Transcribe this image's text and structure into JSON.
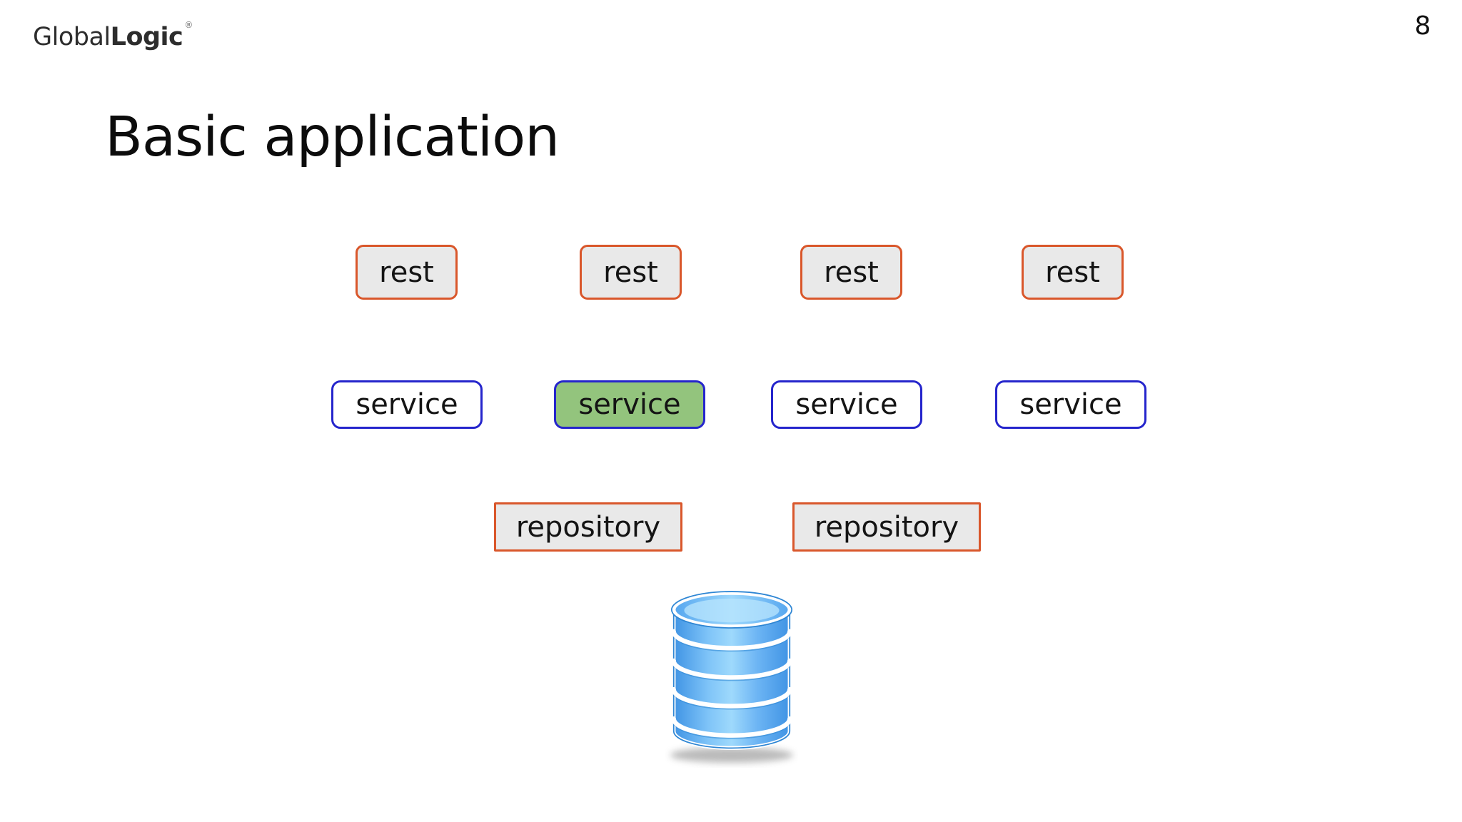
{
  "slide": {
    "title": "Basic application",
    "page_number": "8"
  },
  "logo": {
    "text_regular": "Global",
    "text_bold": "Logic",
    "registered_mark": "®"
  },
  "diagram": {
    "rest_row": {
      "labels": [
        "rest",
        "rest",
        "rest",
        "rest"
      ]
    },
    "service_row": {
      "labels": [
        "service",
        "service",
        "service",
        "service"
      ],
      "highlighted_index": 1
    },
    "repository_row": {
      "labels": [
        "repository",
        "repository"
      ]
    },
    "database_icon": "database-cylinder",
    "colors": {
      "rest_fill": "#e9e9e9",
      "rest_border": "#d9572b",
      "service_fill": "#ffffff",
      "service_border": "#2525cc",
      "service_highlight_fill": "#93c47d",
      "repository_fill": "#e9e9e9",
      "repository_border": "#d9572b",
      "database_blue": "#4d9fee",
      "text": "#141414"
    }
  }
}
